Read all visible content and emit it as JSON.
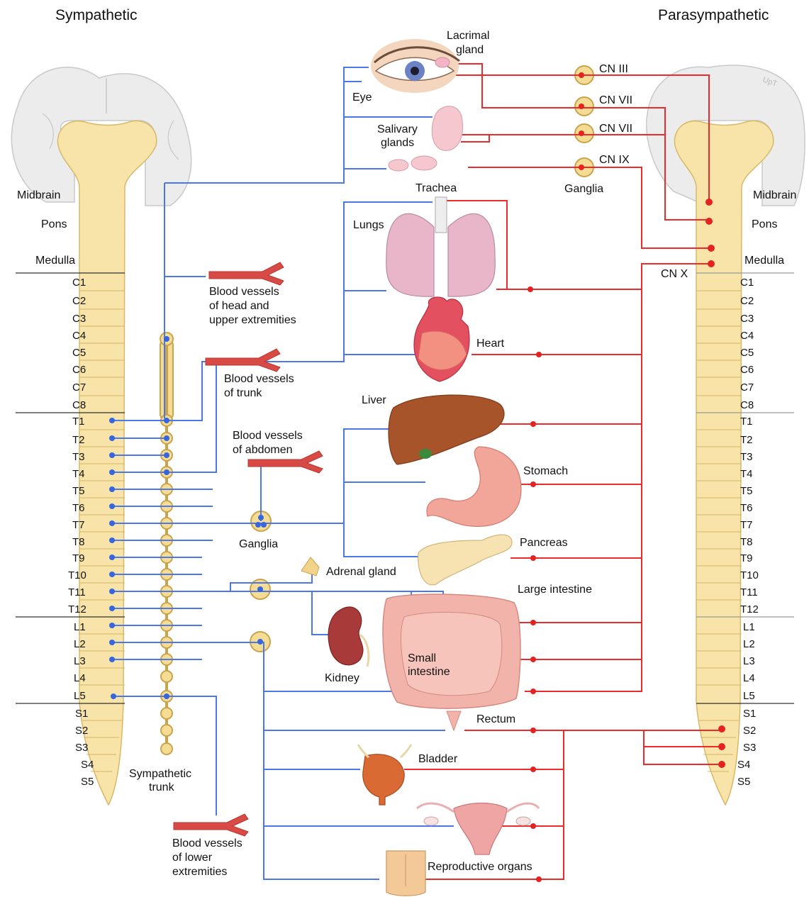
{
  "titles": {
    "left": "Sympathetic",
    "right": "Parasympathetic"
  },
  "cns_labels": {
    "midbrain": "Midbrain",
    "pons": "Pons",
    "medulla": "Medulla"
  },
  "segments": {
    "cervical": [
      "C1",
      "C2",
      "C3",
      "C4",
      "C5",
      "C6",
      "C7",
      "C8"
    ],
    "thoracic": [
      "T1",
      "T2",
      "T3",
      "T4",
      "T5",
      "T6",
      "T7",
      "T8",
      "T9",
      "T10",
      "T11",
      "T12"
    ],
    "lumbar": [
      "L1",
      "L2",
      "L3",
      "L4",
      "L5"
    ],
    "sacral": [
      "S1",
      "S2",
      "S3",
      "S4",
      "S5"
    ]
  },
  "organs": {
    "lacrimal_gland": [
      "Lacrimal",
      "gland"
    ],
    "eye": "Eye",
    "salivary_glands": [
      "Salivary",
      "glands"
    ],
    "trachea": "Trachea",
    "lungs": "Lungs",
    "heart": "Heart",
    "liver": "Liver",
    "stomach": "Stomach",
    "pancreas": "Pancreas",
    "adrenal_gland": "Adrenal gland",
    "large_intestine": "Large intestine",
    "small_intestine": [
      "Small",
      "intestine"
    ],
    "kidney": "Kidney",
    "rectum": "Rectum",
    "bladder": "Bladder",
    "reproductive_organs": "Reproductive organs"
  },
  "vessels": {
    "head": [
      "Blood vessels",
      "of head and",
      "upper extremities"
    ],
    "trunk": [
      "Blood vessels",
      "of trunk"
    ],
    "abdomen": [
      "Blood vessels",
      "of abdomen"
    ],
    "lower": [
      "Blood vessels",
      "of lower",
      "extremities"
    ]
  },
  "ganglia": {
    "sympathetic_label": "Ganglia",
    "parasympathetic_label": "Ganglia",
    "trunk_label": [
      "Sympathetic",
      "trunk"
    ]
  },
  "cranial_nerves": [
    "CN III",
    "CN VII",
    "CN VII",
    "CN IX",
    "CN X"
  ],
  "colors": {
    "sympathetic": "#4a78e8",
    "parasympathetic": "#ee2b2b",
    "spinal_cord": "#f8e4a8",
    "ganglion": "#f5dc95",
    "brain": "#ececec"
  }
}
